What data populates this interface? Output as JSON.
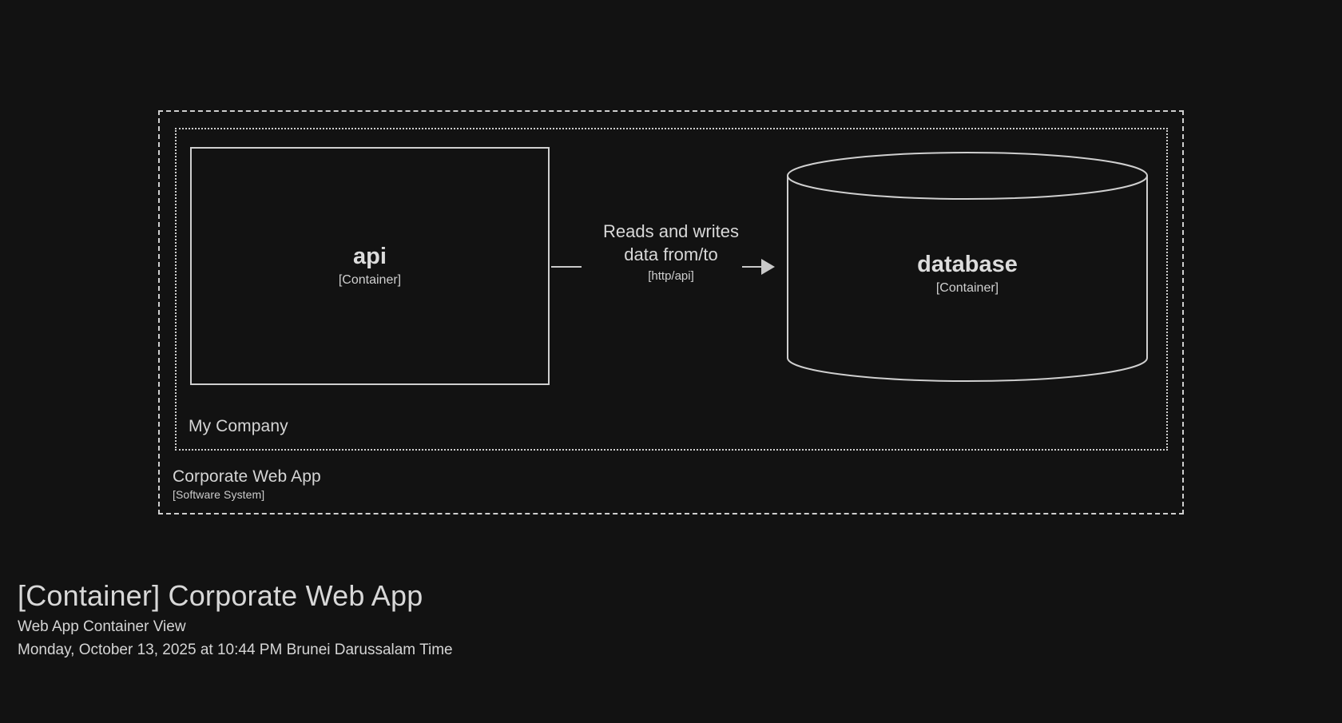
{
  "diagram": {
    "type": "c4-container-diagram",
    "background_color": "#121212",
    "stroke_color": "#cfcfcf",
    "text_color": "#d5d5d5",
    "boundaries": [
      {
        "id": "system-boundary",
        "name": "Corporate Web App",
        "type": "[Software System]",
        "border_style": "dashed"
      },
      {
        "id": "enterprise-boundary",
        "name": "My Company",
        "type": "",
        "border_style": "dotted"
      }
    ],
    "elements": [
      {
        "id": "api",
        "name": "api",
        "type": "[Container]",
        "shape": "box"
      },
      {
        "id": "database",
        "name": "database",
        "type": "[Container]",
        "shape": "cylinder"
      }
    ],
    "relationships": [
      {
        "id": "api-to-database",
        "source": "api",
        "target": "database",
        "description": "Reads and writes\ndata from/to",
        "technology": "[http/api]",
        "arrow": "filled-triangle"
      }
    ]
  },
  "footer": {
    "title": "[Container] Corporate Web App",
    "subtitle": "Web App Container View",
    "timestamp": "Monday, October 13, 2025 at 10:44 PM Brunei Darussalam Time"
  }
}
